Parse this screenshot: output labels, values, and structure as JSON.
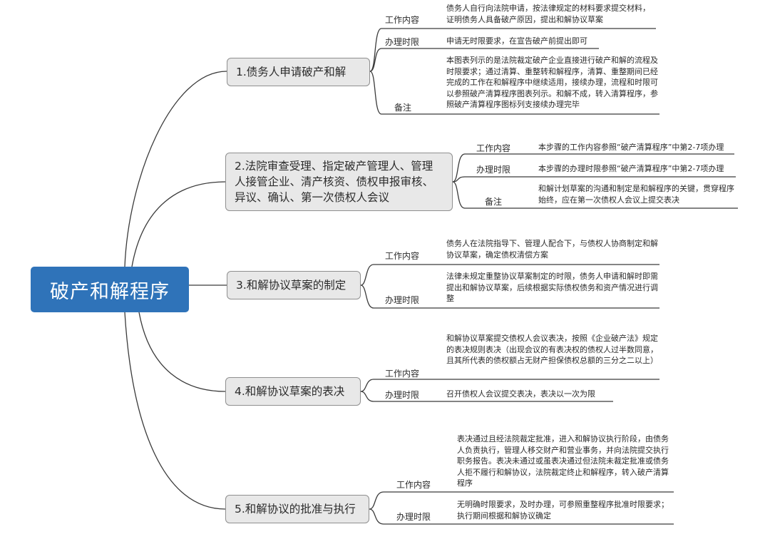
{
  "root": {
    "title": "破产和解程序"
  },
  "branches": [
    {
      "title": "1.债务人申请破产和解",
      "items": [
        {
          "label": "工作内容",
          "text": "债务人自行向法院申请，按法律规定的材料要求提交材料，证明债务人具备破产原因，提出和解协议草案"
        },
        {
          "label": "办理时限",
          "text": "申请无时限要求，在宣告破产前提出即可"
        },
        {
          "label": "备注",
          "text": "本图表列示的是法院裁定破产企业直接进行破产和解的流程及时限要求；通过清算、重整转和解程序，清算、重整期间已经完成的工作在和解程序中继续适用，接续办理，流程和时限可以参照破产清算程序图表列示。和解不成，转入清算程序，参照破产清算程序图标列支接续办理完毕"
        }
      ]
    },
    {
      "title": "2.法院审查受理、指定破产管理人、管理人接管企业、清产核资、债权申报审核、异议、确认、第一次债权人会议",
      "items": [
        {
          "label": "工作内容",
          "text": "本步骤的工作内容参照“破产清算程序”中第2-7项办理"
        },
        {
          "label": "办理时限",
          "text": "本步骤的办理时限参照“破产清算程序”中第2-7项办理"
        },
        {
          "label": "备注",
          "text": "和解计划草案的沟通和制定是和解程序的关键，贯穿程序始终，应在第一次债权人会议上提交表决"
        }
      ]
    },
    {
      "title": "3.和解协议草案的制定",
      "items": [
        {
          "label": "工作内容",
          "text": "债务人在法院指导下、管理人配合下，与债权人协商制定和解协议草案，确定债权清偿方案"
        },
        {
          "label": "办理时限",
          "text": "法律未规定重整协议草案制定的时限，债务人申请和解时即需提出和解协议草案，后续根据实际债权债务和资产情况进行调整"
        }
      ]
    },
    {
      "title": "4.和解协议草案的表决",
      "items": [
        {
          "label": "工作内容",
          "text": "和解协议草案提交债权人会议表决，按照《企业破产法》规定的表决规则表决（出现会议的有表决权的债权人过半数同意，且其所代表的债权额占无财产担保债权总额的三分之二以上）"
        },
        {
          "label": "办理时限",
          "text": "召开债权人会议提交表决，表决以一次为限"
        }
      ]
    },
    {
      "title": "5.和解协议的批准与执行",
      "items": [
        {
          "label": "工作内容",
          "text": "表决通过且经法院裁定批准，进入和解协议执行阶段，由债务人负责执行，管理人移交财产和营业事务，并向法院提交执行职务报告。表决未通过或虽表决通过但法院未裁定批准或债务人拒不履行和解协议，法院裁定终止和解程序，转入破产清算程序"
        },
        {
          "label": "办理时限",
          "text": "无明确时限要求，及时办理，可参照重整程序批准时限要求；执行期间根据和解协议确定"
        }
      ]
    }
  ]
}
